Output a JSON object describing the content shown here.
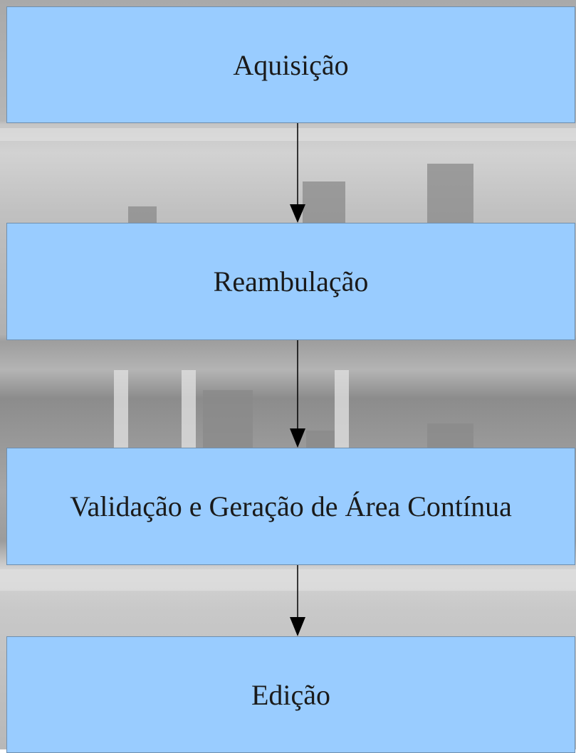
{
  "diagram": {
    "steps": [
      {
        "label": "Aquisição"
      },
      {
        "label": "Reambulação"
      },
      {
        "label": "Validação e Geração de Área Contínua"
      },
      {
        "label": "Edição"
      }
    ],
    "colors": {
      "box_fill": "#99ccff",
      "box_border": "#6f8fae",
      "arrow": "#000000"
    }
  }
}
